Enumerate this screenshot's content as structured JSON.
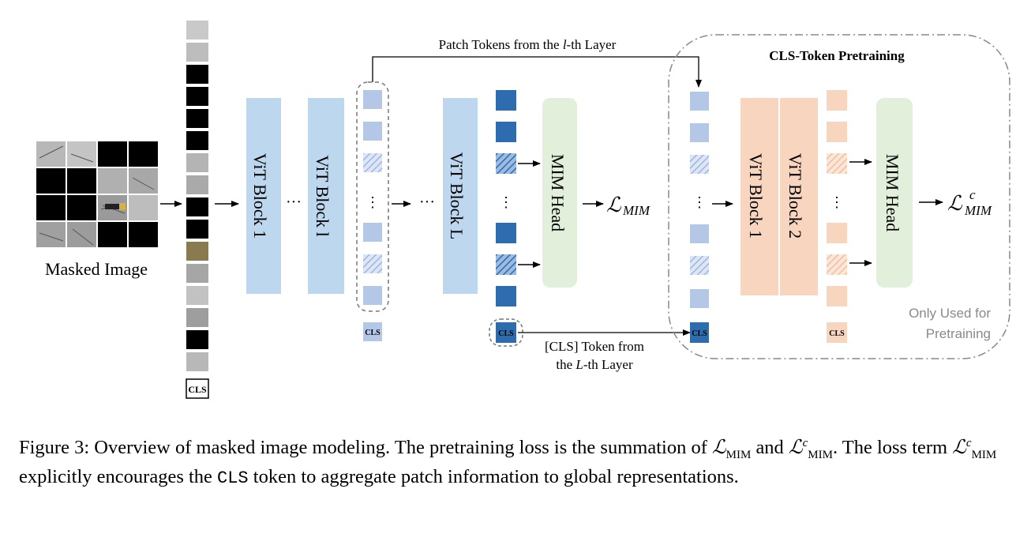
{
  "image_label": "Masked Image",
  "patch_tokens_label": "Patch Tokens from the l-th Layer",
  "cls_token_note": {
    "line1": "[CLS] Token from",
    "line2": "the L-th Layer"
  },
  "cls_pretraining_title": "CLS-Token Pretraining",
  "only_used_note": {
    "line1": "Only Used for",
    "line2": "Pretraining"
  },
  "cls_text": "CLS",
  "blocks": {
    "vit1": "ViT Block 1",
    "vitl": "ViT Block l",
    "vitL": "ViT Block L",
    "mim_head": "MIM Head",
    "cls_vit1": "ViT Block 1",
    "cls_vit2": "ViT Block 2",
    "cls_mim_head": "MIM Head"
  },
  "loss_main": "ℒ MIM",
  "loss_cls": "ℒ c MIM",
  "caption": {
    "part1": "Figure 3: Overview of masked image modeling. The pretraining loss is the summation of ",
    "part2": " and ",
    "part3": ". The loss term ",
    "part4": " explicitly encourages the ",
    "cls": "CLS",
    "part5": " token to aggregate patch information to global representations."
  },
  "colors": {
    "light_blue": "#b4c7e7",
    "dark_blue": "#2e6cb0",
    "peach": "#f8d5bf",
    "green": "#e2efda",
    "vit_blue": "#bdd7ee"
  }
}
